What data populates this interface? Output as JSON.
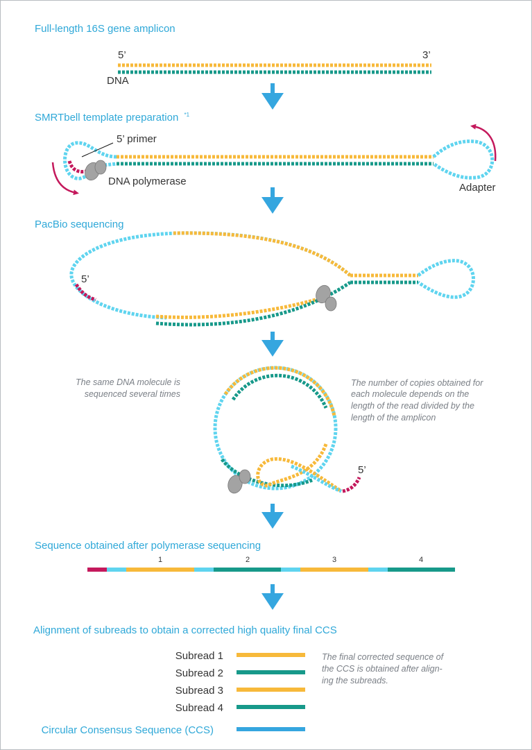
{
  "colors": {
    "strand_top": "#f7b93a",
    "strand_bottom": "#17998a",
    "adapter": "#5fd4ef",
    "primer": "#c4195c",
    "arrow": "#35a6df",
    "arrow_curved": "#c4195c",
    "polymerase": "#a3a3a3"
  },
  "sections": {
    "amplicon": {
      "title": "Full-length 16S gene amplicon",
      "label_5": "5’",
      "label_3": "3’",
      "dna_label": "DNA"
    },
    "smrtbell": {
      "title": "SMRTbell template preparation",
      "footnote": "*1",
      "primer_label": "5’ primer",
      "polymerase_label": "DNA  polymerase",
      "adapter_label": "Adapter"
    },
    "pacbio": {
      "title": "PacBio sequencing",
      "label_5": "5’"
    },
    "circle": {
      "note_left": [
        "The same DNA molecule is",
        "sequenced several times"
      ],
      "note_right": [
        "The number of copies obtained for",
        "each molecule depends on the",
        "length of the read divided by the",
        "length of the amplicon"
      ],
      "label_5": "5’"
    },
    "sequence": {
      "title": "Sequence obtained after polymerase sequencing",
      "numbers": [
        "1",
        "2",
        "3",
        "4"
      ]
    },
    "alignment": {
      "title": "Alignment  of subreads to obtain a corrected high quality final CCS",
      "subreads": [
        "Subread 1",
        "Subread 2",
        "Subread 3",
        "Subread 4"
      ],
      "ccs_label": "Circular Consensus Sequence (CCS)",
      "note": [
        "The final corrected sequence of",
        "the CCS is obtained after align-",
        "ing the subreads."
      ]
    }
  }
}
